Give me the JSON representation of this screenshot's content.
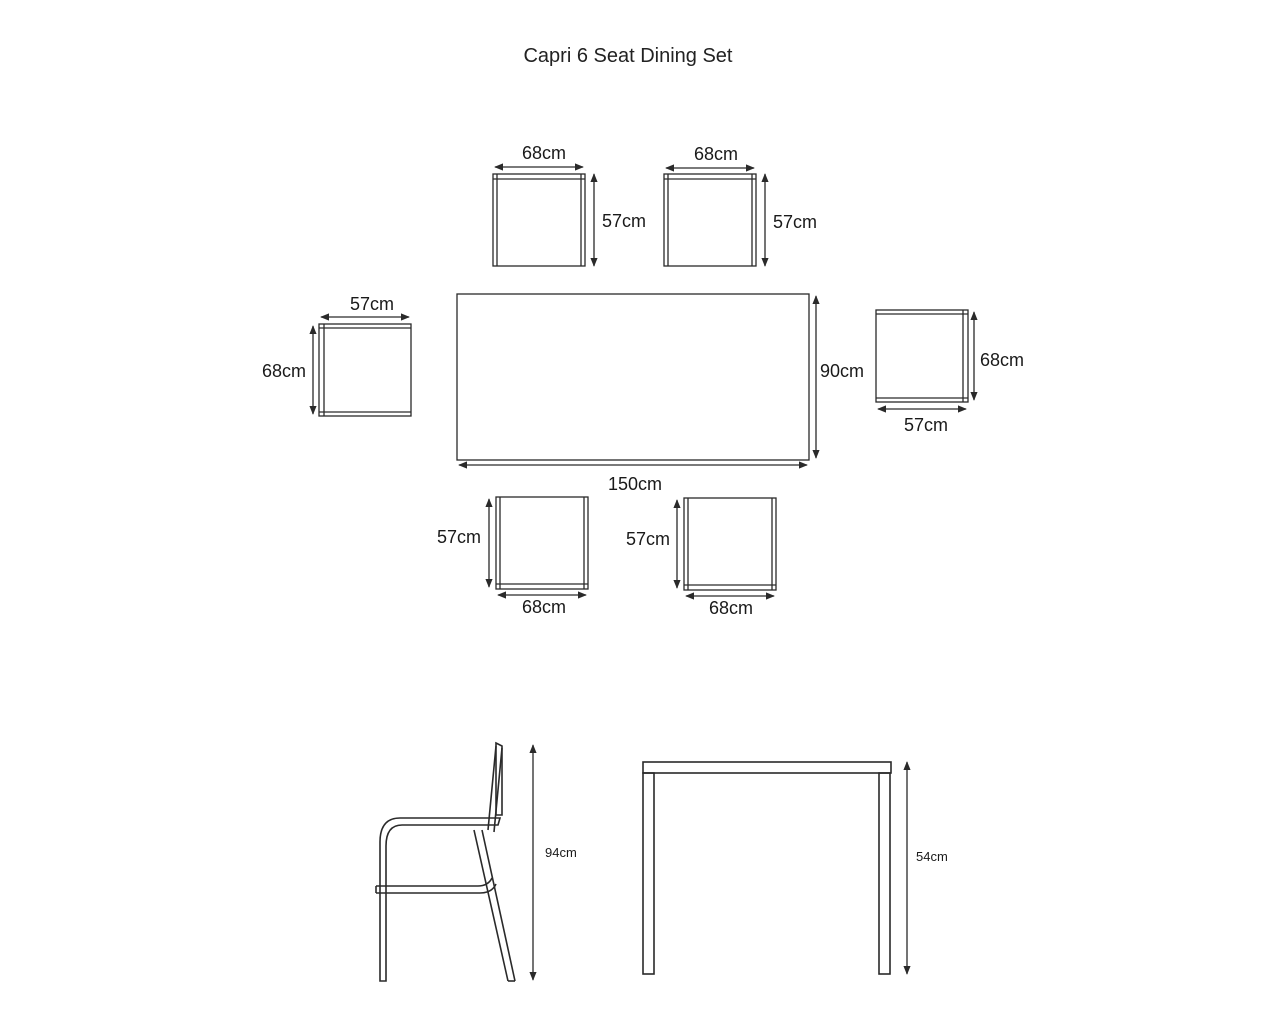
{
  "title": "Capri 6 Seat Dining Set",
  "plan": {
    "chair_top_left": {
      "width": "68cm",
      "depth": "57cm"
    },
    "chair_top_right": {
      "width": "68cm",
      "depth": "57cm"
    },
    "chair_left": {
      "width": "57cm",
      "depth": "68cm"
    },
    "chair_right": {
      "width": "57cm",
      "depth": "68cm"
    },
    "chair_bottom_left": {
      "width": "68cm",
      "depth": "57cm"
    },
    "chair_bottom_right": {
      "width": "68cm",
      "depth": "57cm"
    },
    "table": {
      "length": "150cm",
      "width": "90cm"
    }
  },
  "elevation": {
    "chair_height": "94cm",
    "table_height": "54cm"
  }
}
